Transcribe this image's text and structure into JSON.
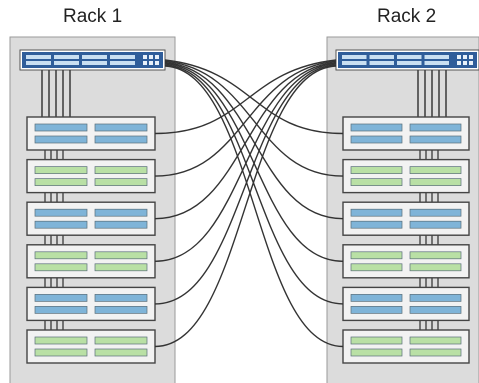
{
  "racks": [
    {
      "label": "Rack 1",
      "servers": [
        "blue",
        "green",
        "blue",
        "green",
        "blue",
        "green"
      ]
    },
    {
      "label": "Rack 2",
      "servers": [
        "blue",
        "green",
        "blue",
        "green",
        "blue",
        "green"
      ]
    }
  ],
  "colors": {
    "rack_fill": "#dcdcdc",
    "rack_stroke": "#9a9a9a",
    "switch_fill": "#2f5d9a",
    "server_blue": "#7fb4d8",
    "server_green": "#b9e0a5",
    "cable": "#333333"
  }
}
